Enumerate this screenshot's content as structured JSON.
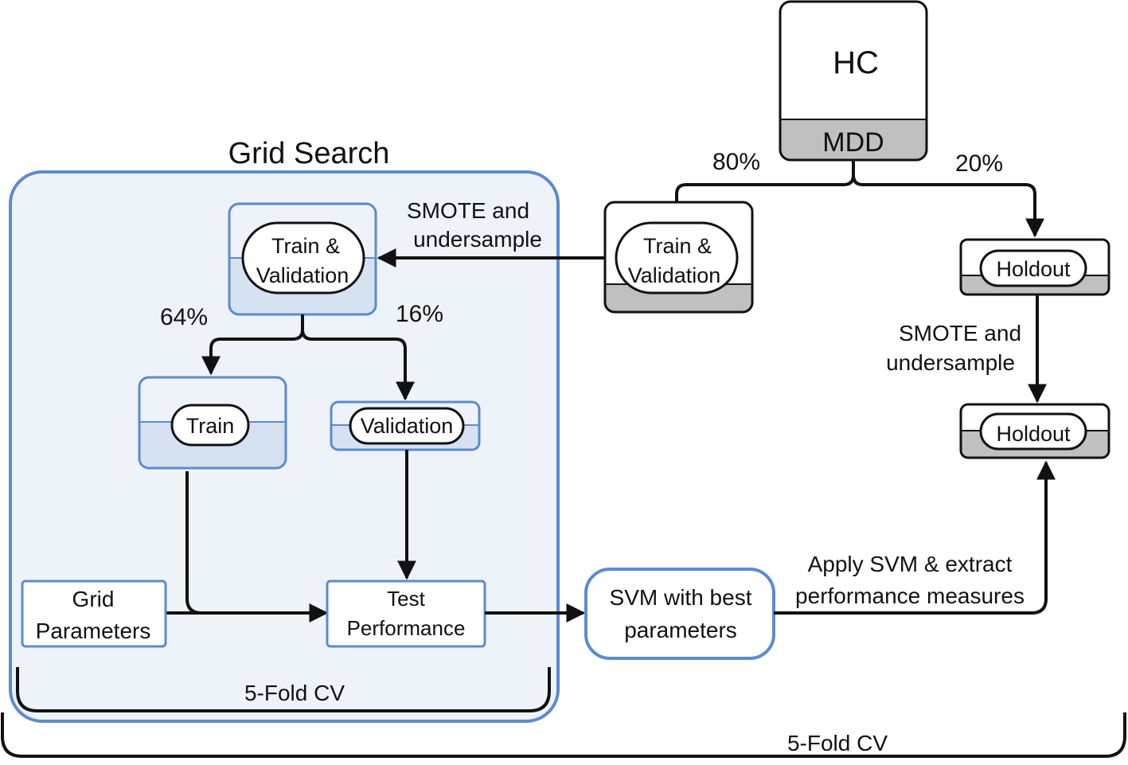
{
  "dataset": {
    "top_label": "HC",
    "bottom_label": "MDD"
  },
  "split": {
    "train_pct": "80%",
    "holdout_pct": "20%"
  },
  "outer_train": {
    "label_line1": "Train &",
    "label_line2": "Validation"
  },
  "holdout_original": {
    "label": "Holdout"
  },
  "holdout_resample": {
    "label_line1": "SMOTE and",
    "label_line2": "undersample"
  },
  "holdout_resampled": {
    "label": "Holdout"
  },
  "grid_search": {
    "title": "Grid Search",
    "resample": {
      "label_line1": "SMOTE and",
      "label_line2": "undersample"
    },
    "train_val": {
      "label_line1": "Train &",
      "label_line2": "Validation"
    },
    "inner_train_pct": "64%",
    "inner_val_pct": "16%",
    "train": {
      "label": "Train"
    },
    "validation": {
      "label": "Validation"
    },
    "grid_params": {
      "label_line1": "Grid",
      "label_line2": "Parameters"
    },
    "test_perf": {
      "label_line1": "Test",
      "label_line2": "Performance"
    },
    "inner_cv_label": "5-Fold CV"
  },
  "svm_best": {
    "label_line1": "SVM with best",
    "label_line2": "parameters"
  },
  "apply_svm": {
    "label_line1": "Apply SVM & extract",
    "label_line2": "performance measures"
  },
  "outer_cv_label": "5-Fold CV",
  "colors": {
    "blue_border": "#5b8bd0",
    "grid_fill": "#eef3fa",
    "blue_fill": "#d6e1f2",
    "gray_fill": "#c0c0c0",
    "line": "#111111"
  }
}
